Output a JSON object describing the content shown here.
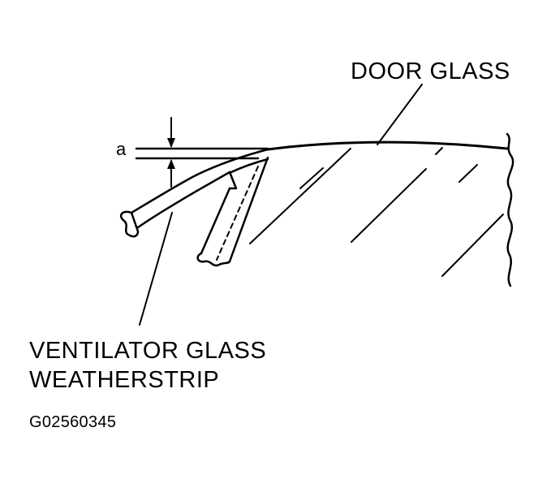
{
  "labels": {
    "door_glass": "DOOR GLASS",
    "ventilator_line1": "VENTILATOR GLASS",
    "ventilator_line2": "WEATHERSTRIP",
    "dimension": "a",
    "figure_code": "G02560345"
  }
}
